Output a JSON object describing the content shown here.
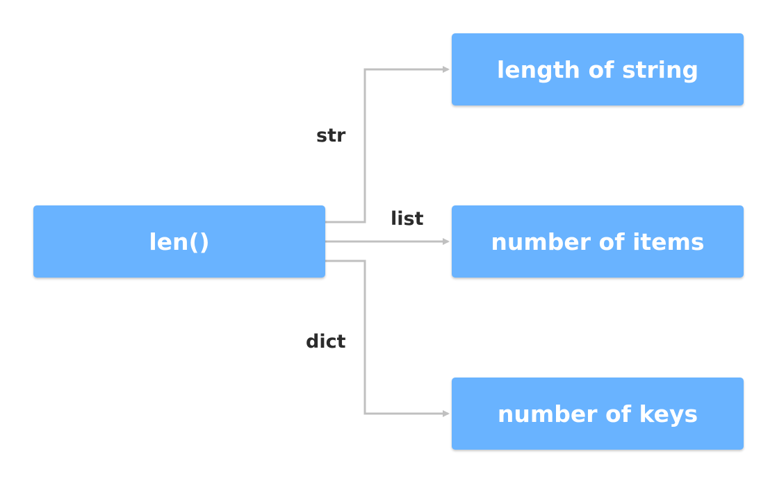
{
  "diagram": {
    "source": {
      "label": "len()"
    },
    "branches": [
      {
        "edge_label": "str",
        "target": "length of string"
      },
      {
        "edge_label": "list",
        "target": "number of items"
      },
      {
        "edge_label": "dict",
        "target": "number of keys"
      }
    ]
  },
  "colors": {
    "box_fill": "#69b3ff",
    "box_text": "#ffffff",
    "connector": "#c0c0c0",
    "edge_label_text": "#2b2b2b"
  }
}
